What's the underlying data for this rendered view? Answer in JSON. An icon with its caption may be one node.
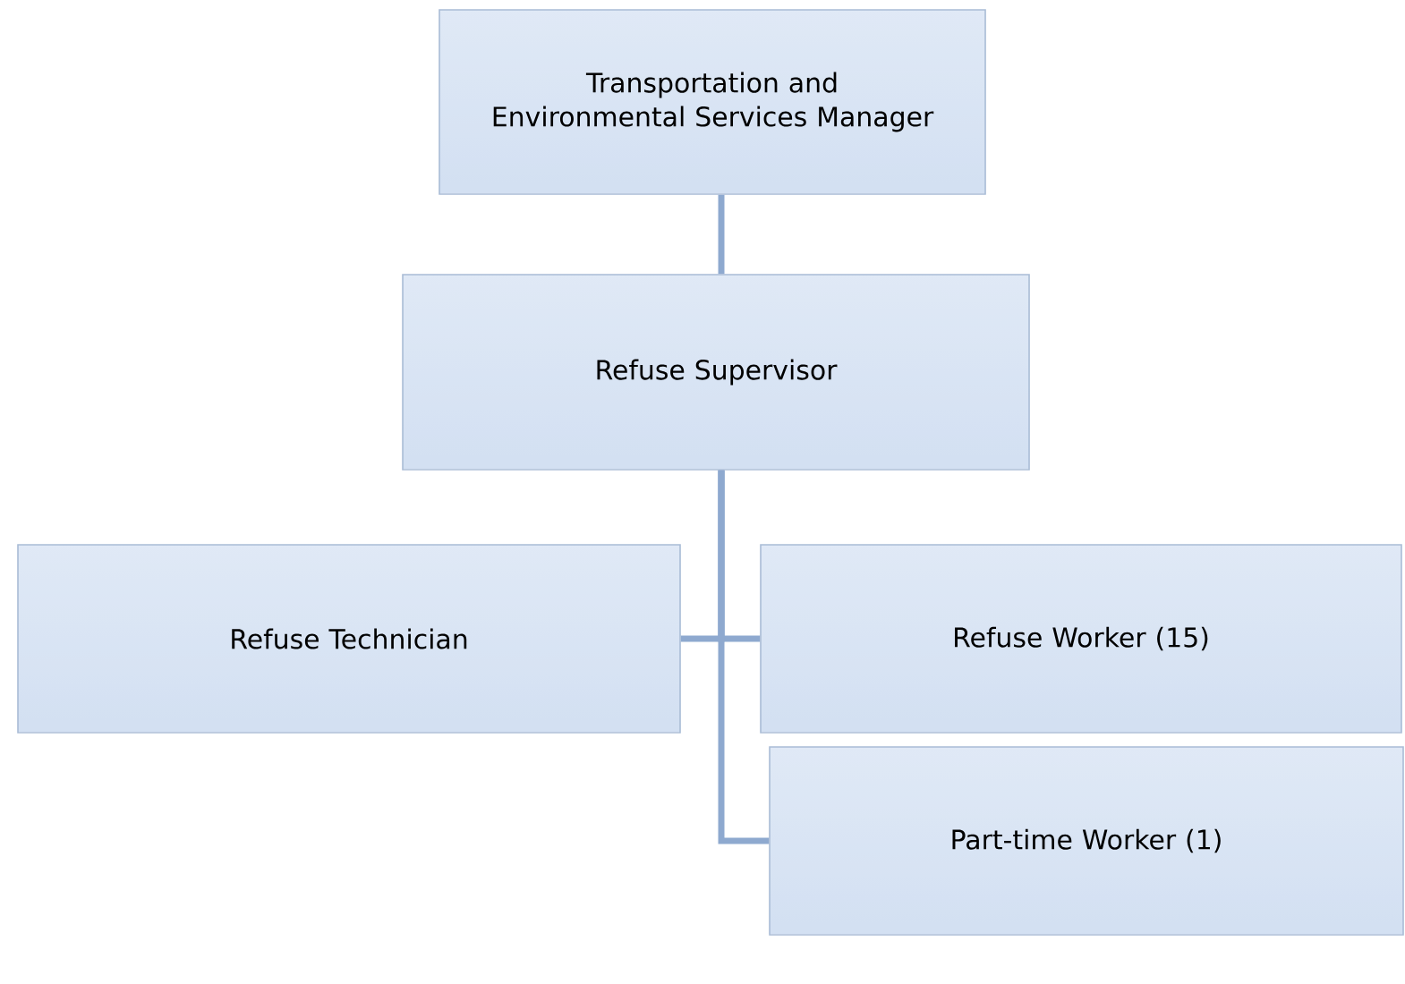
{
  "diagram": {
    "nodes": [
      {
        "text": [
          "Transportation and Environmental Services Manager"
        ]
      },
      {
        "text": [
          "Refuse Supervisor"
        ]
      },
      {
        "text": [
          "Refuse Technician"
        ]
      },
      {
        "text": [
          "Refuse Worker (15)"
        ]
      },
      {
        "text": [
          "Part-time Worker (1)"
        ]
      }
    ],
    "edges": [
      {
        "from": 0,
        "to": 1,
        "arrow": "none"
      },
      {
        "from": 1,
        "to": 2,
        "arrow": "none"
      },
      {
        "from": 1,
        "to": 3,
        "arrow": "none"
      },
      {
        "from": 1,
        "to": 4,
        "arrow": "none"
      }
    ]
  }
}
